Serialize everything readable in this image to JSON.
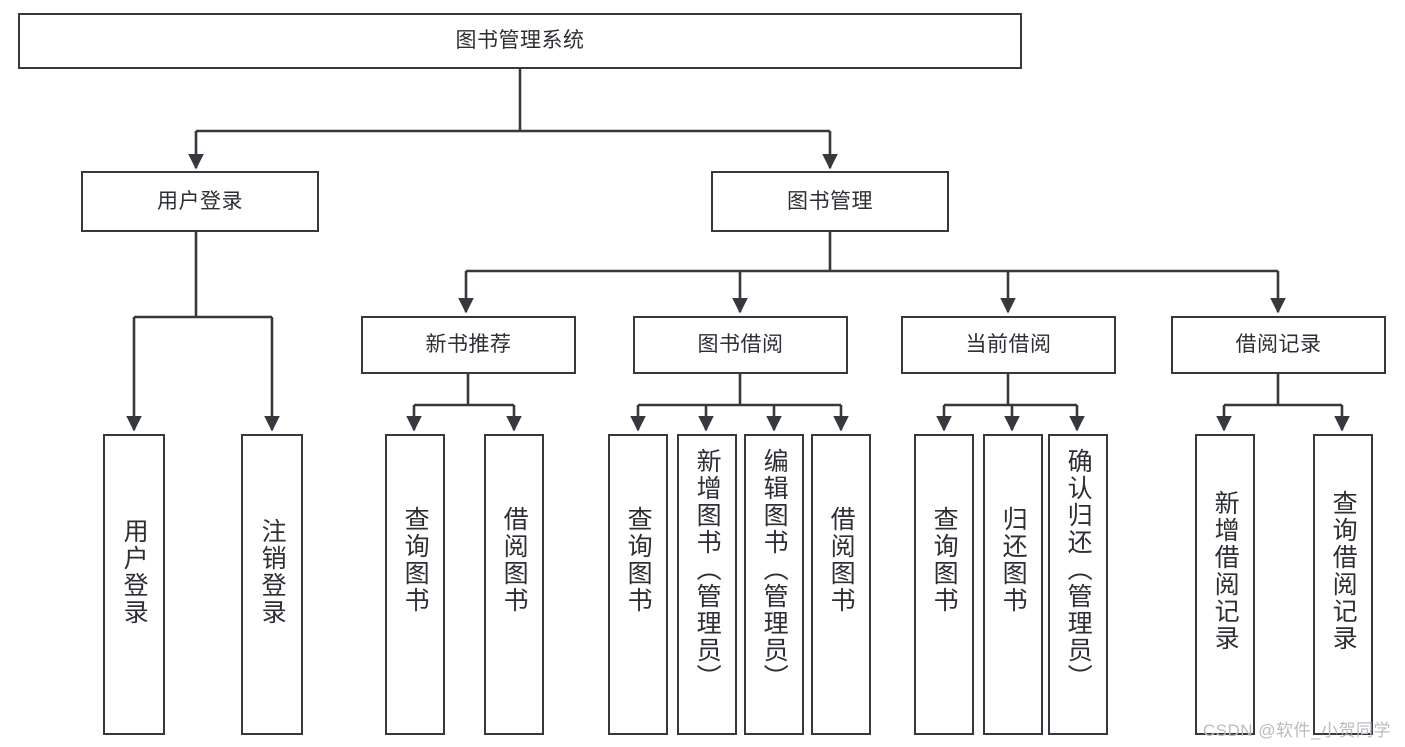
{
  "diagram": {
    "title": "图书管理系统",
    "type": "tree",
    "watermark": "CSDN @软件_小贺同学",
    "colors": {
      "stroke": "#35383d",
      "fill": "#ffffff",
      "text": "#2c2f33",
      "watermark": "#b9bbbe"
    },
    "root": {
      "label": "图书管理系统"
    },
    "level2": [
      {
        "label": "用户登录"
      },
      {
        "label": "图书管理"
      }
    ],
    "level3": [
      {
        "label": "新书推荐"
      },
      {
        "label": "图书借阅"
      },
      {
        "label": "当前借阅"
      },
      {
        "label": "借阅记录"
      }
    ],
    "leaves": {
      "user_login": [
        {
          "label": "用户登录"
        },
        {
          "label": "注销登录"
        }
      ],
      "new_book": [
        {
          "label": "查询图书"
        },
        {
          "label": "借阅图书"
        }
      ],
      "book_borrow": [
        {
          "label": "查询图书"
        },
        {
          "label": "新增图书（管理员）"
        },
        {
          "label": "编辑图书（管理员）"
        },
        {
          "label": "借阅图书"
        }
      ],
      "current_borrow": [
        {
          "label": "查询图书"
        },
        {
          "label": "归还图书"
        },
        {
          "label": "确认归还（管理员）"
        }
      ],
      "borrow_record": [
        {
          "label": "新增借阅记录"
        },
        {
          "label": "查询借阅记录"
        }
      ]
    }
  }
}
